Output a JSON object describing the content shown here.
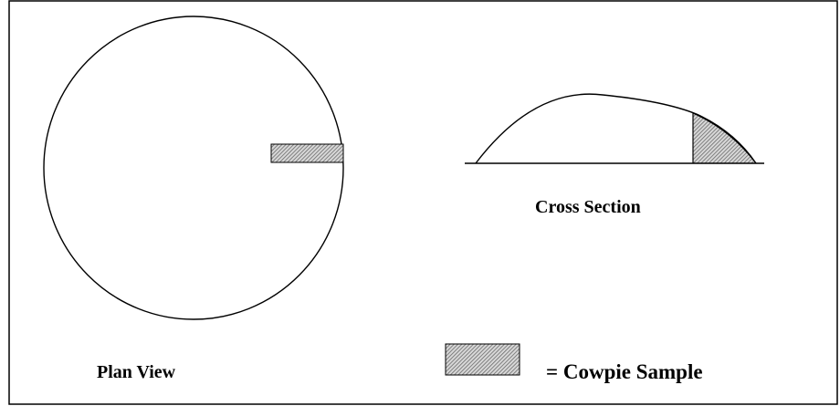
{
  "labels": {
    "cross_section": "Cross Section",
    "plan_view": "Plan View",
    "legend": "= Cowpie Sample"
  },
  "colors": {
    "stroke": "#000000",
    "hatch_fill": "#8c8c8c",
    "background": "#ffffff"
  }
}
